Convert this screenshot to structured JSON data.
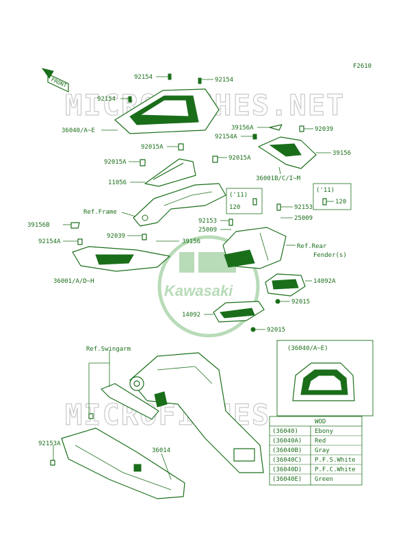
{
  "diagram_code": "F2610",
  "watermark": "MICROFICHES.NET",
  "logo_text": "Kawasaki",
  "front_arrow": "FRONT",
  "labels": {
    "l_92154_a": "92154",
    "l_92154_b": "92154",
    "l_92154_c": "92154",
    "l_36040": "36040/A~E",
    "l_92015A_a": "92015A",
    "l_92015A_b": "92015A",
    "l_92015A_c": "92015A",
    "l_11056": "11056",
    "l_ref_frame": "Ref.Frame",
    "l_39156A": "39156A",
    "l_92154A_a": "92154A",
    "l_92039_a": "92039",
    "l_39156_a": "39156",
    "l_36001B": "36001B/C/I~M",
    "l_11_a": "('11)",
    "l_120_a": "120",
    "l_11_b": "('11)",
    "l_120_b": "120",
    "l_92153_a": "92153",
    "l_92153_b": "92153",
    "l_25009_a": "25009",
    "l_25009_b": "25009",
    "l_39156B": "39156B",
    "l_92154A_b": "92154A",
    "l_92039_b": "92039",
    "l_39156_b": "39156",
    "l_ref_rear": "Ref.Rear",
    "l_fender": "Fender(s)",
    "l_36001": "36001/A/D~H",
    "l_14092A": "14092A",
    "l_92015_a": "92015",
    "l_14092": "14092",
    "l_92015_b": "92015",
    "l_ref_swing": "Ref.Swingarm",
    "l_92153A": "92153A",
    "l_36014": "36014"
  },
  "inset": {
    "title": "(36040/A~E)"
  },
  "color_table": {
    "header": "WOD",
    "rows": [
      {
        "code": "(36040)",
        "color": "Ebony"
      },
      {
        "code": "(36040A)",
        "color": "Red"
      },
      {
        "code": "(36040B)",
        "color": "Gray"
      },
      {
        "code": "(36040C)",
        "color": "P.F.S.White"
      },
      {
        "code": "(36040D)",
        "color": "P.F.C.White"
      },
      {
        "code": "(36040E)",
        "color": "Green"
      }
    ]
  },
  "colors": {
    "line": "#1a6e1a",
    "watermark": "#c8c8c8",
    "logo_green": "#7fbf7f"
  }
}
